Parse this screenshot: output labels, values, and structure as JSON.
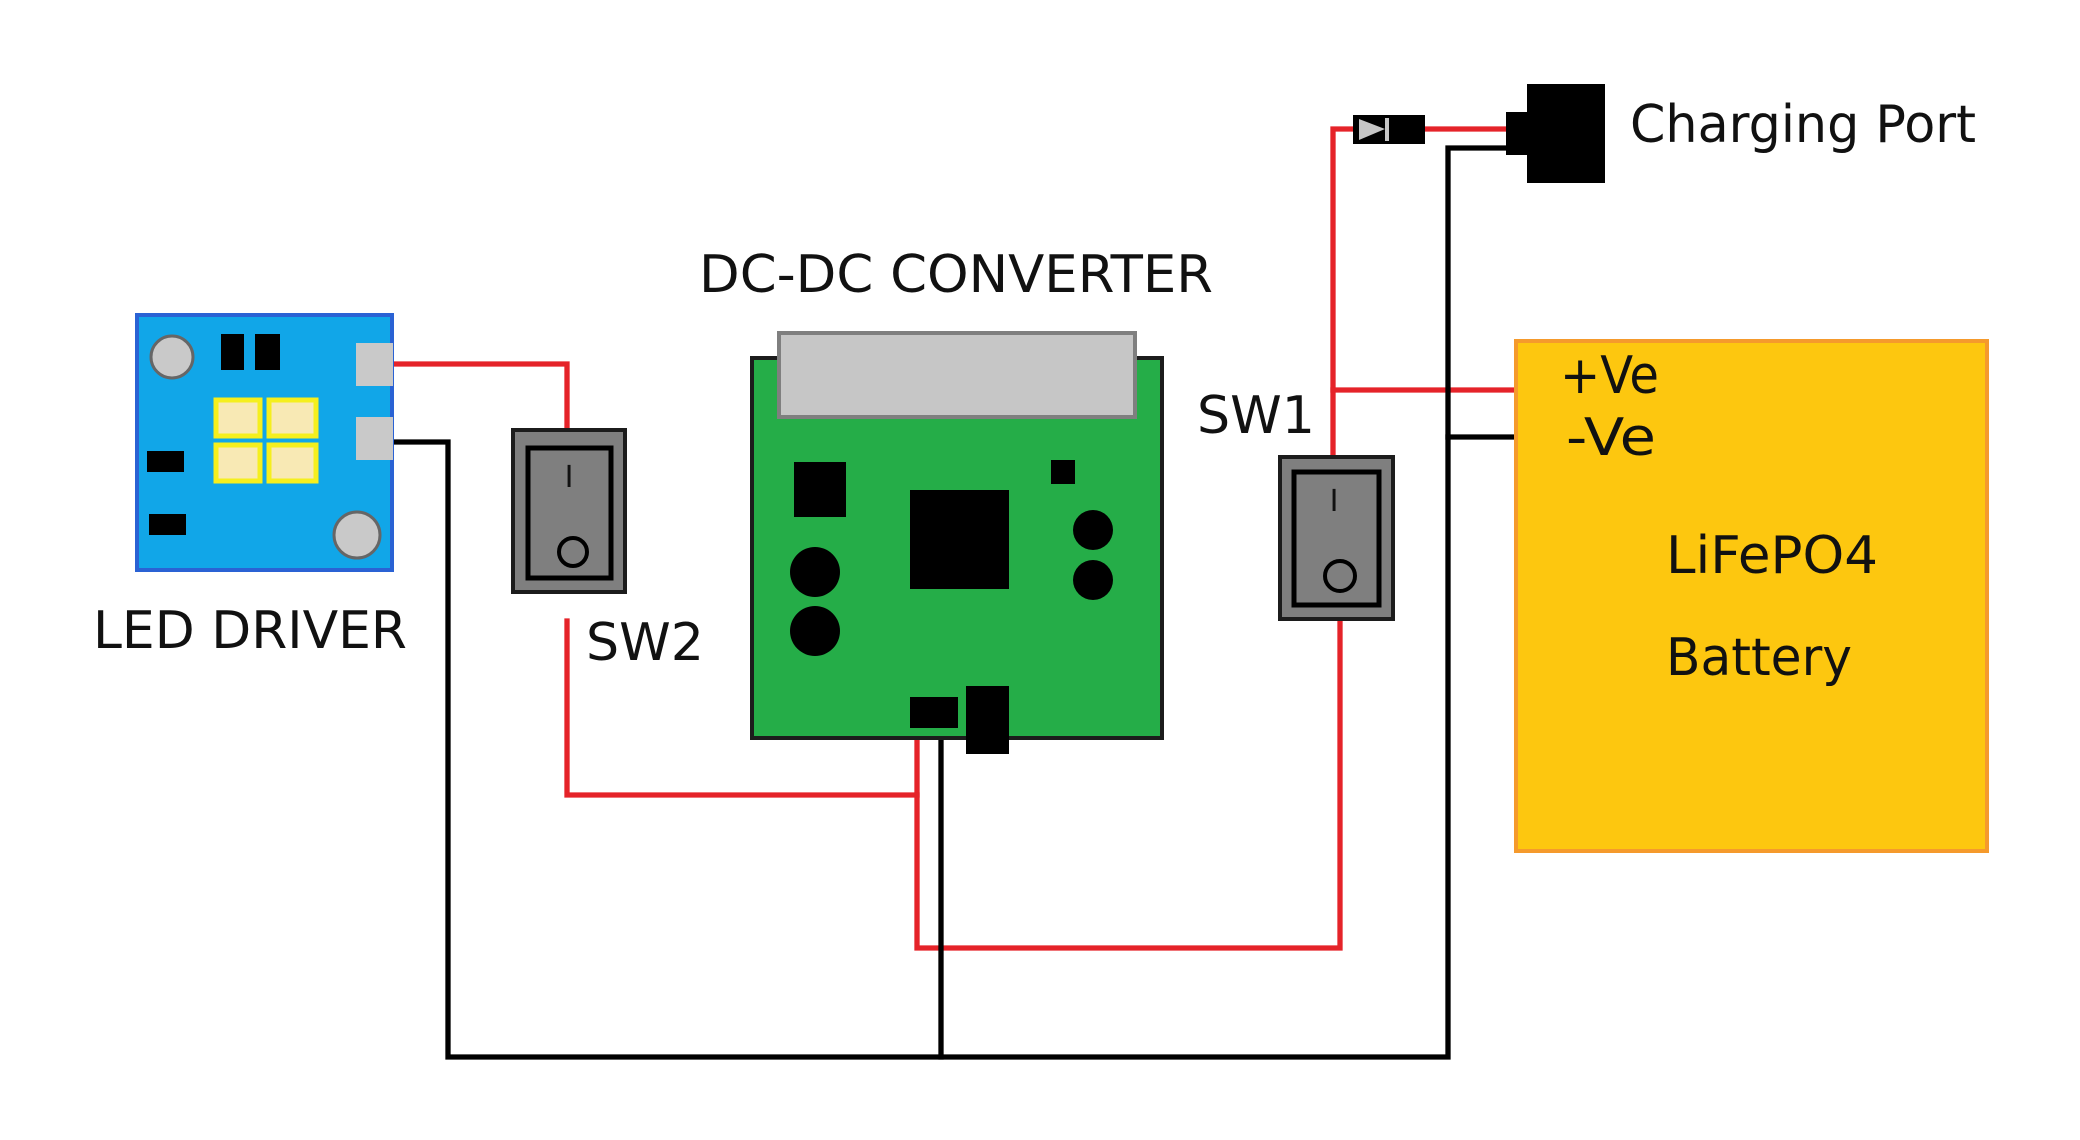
{
  "labels": {
    "led_driver": "LED DRIVER",
    "dc_dc_converter": "DC-DC CONVERTER",
    "sw1": "SW1",
    "sw2": "SW2",
    "charging_port": "Charging Port",
    "battery_positive": "+Ve",
    "battery_negative": "-Ve",
    "battery_chemistry": "LiFePO4",
    "battery_word": "Battery",
    "switch_on_mark": "I"
  },
  "colors": {
    "positive_wire": "#e52329",
    "negative_wire": "#000000",
    "led_board": "#11a6e8",
    "led_board_border": "#2a62d4",
    "led_chip": "#f8e9b4",
    "led_chip_border": "#f5ef1d",
    "converter_board": "#25ad48",
    "converter_heatsink": "#c6c6c6",
    "switch_body": "#7f7f7f",
    "battery_fill": "#fdc70f",
    "battery_border": "#f59a2c",
    "pad_gray": "#c9c9c9"
  }
}
